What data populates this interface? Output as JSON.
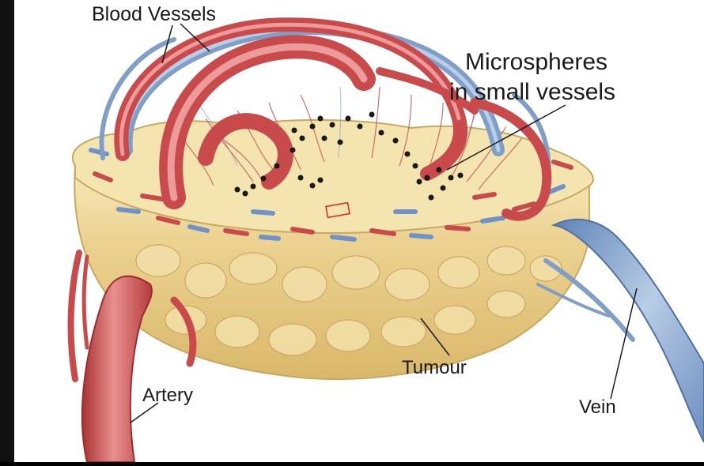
{
  "labels": {
    "blood_vessels": "Blood Vessels",
    "microspheres_line1": "Microspheres",
    "microspheres_line2": "in small vessels",
    "tumour": "Tumour",
    "artery": "Artery",
    "vein": "Vein"
  },
  "colors": {
    "background": "#000000",
    "panel": "#ffffff",
    "tumour_body": "#ecd291",
    "tumour_top": "#f5e6b4",
    "artery_red": "#c94a4a",
    "vein_blue": "#7f9fc9",
    "microsphere": "#1a1a1a",
    "label_text": "#1a1a1a"
  }
}
